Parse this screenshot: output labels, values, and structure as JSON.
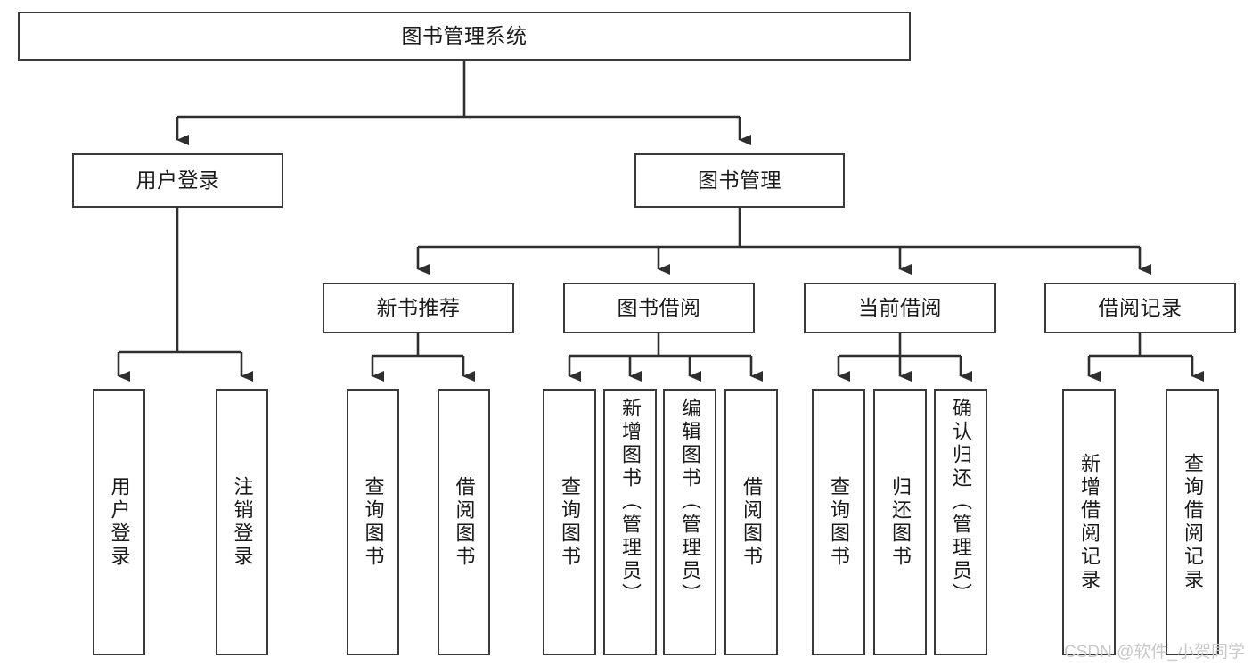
{
  "diagram": {
    "title": "图书管理系统",
    "watermark": "CSDN @软件_小贺同学",
    "line_color": "#3a3a3a",
    "text_color": "#1a1a1a",
    "background": "#ffffff",
    "watermark_color": "#c9c9c9"
  },
  "nodes": {
    "root": {
      "label": "图书管理系统"
    },
    "level2": [
      {
        "label": "用户登录"
      },
      {
        "label": "图书管理"
      }
    ],
    "level3": [
      {
        "label": "新书推荐"
      },
      {
        "label": "图书借阅"
      },
      {
        "label": "当前借阅"
      },
      {
        "label": "借阅记录"
      }
    ],
    "leaves": {
      "user_login": [
        {
          "label": "用户登录"
        },
        {
          "label": "注销登录"
        }
      ],
      "new_book": [
        {
          "label": "查询图书"
        },
        {
          "label": "借阅图书"
        }
      ],
      "book_borrow": [
        {
          "label": "查询图书"
        },
        {
          "label": "新增图书（管理员）"
        },
        {
          "label": "编辑图书（管理员）"
        },
        {
          "label": "借阅图书"
        }
      ],
      "current_borrow": [
        {
          "label": "查询图书"
        },
        {
          "label": "归还图书"
        },
        {
          "label": "确认归还（管理员）"
        }
      ],
      "borrow_record": [
        {
          "label": "新增借阅记录"
        },
        {
          "label": "查询借阅记录"
        }
      ]
    }
  }
}
